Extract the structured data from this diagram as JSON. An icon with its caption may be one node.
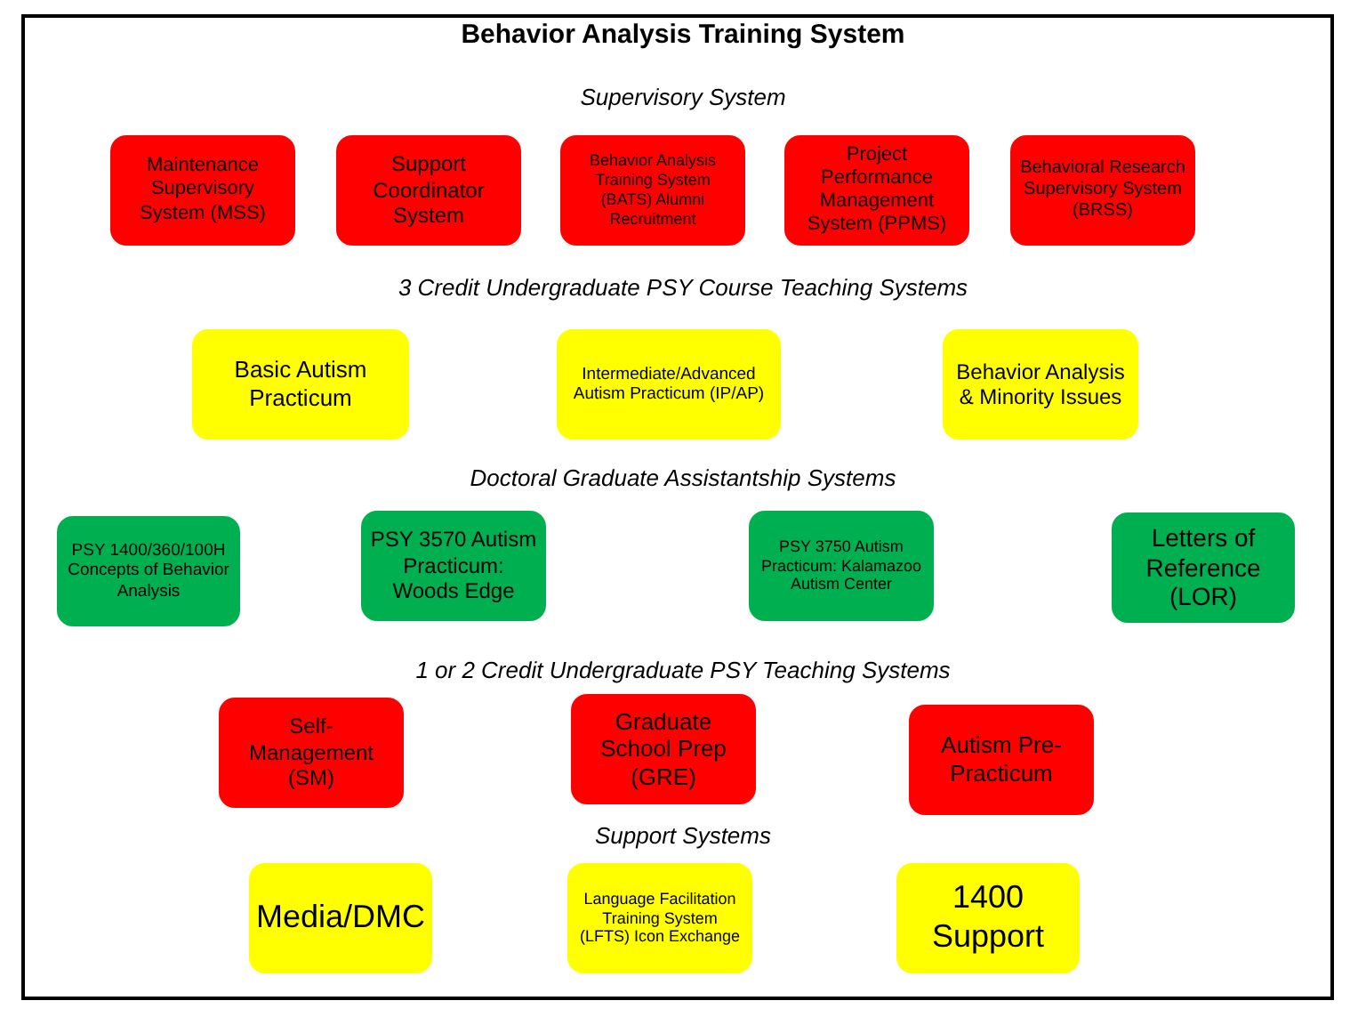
{
  "diagram": {
    "title": "Behavior Analysis Training System",
    "nodes": [
      {
        "text": [
          "Maintenance Supervisory System (MSS)"
        ]
      },
      {
        "text": [
          "Support Coordinator System"
        ]
      },
      {
        "text": [
          "Behavior Analysis Training System (BATS) Alumni Recruitment"
        ]
      },
      {
        "text": [
          "Project Performance Management System (PPMS)"
        ]
      },
      {
        "text": [
          "Behavioral Research Supervisory System (BRSS)"
        ]
      },
      {
        "text": [
          "Basic Autism Practicum"
        ]
      },
      {
        "text": [
          "Intermediate/Advanced Autism Practicum (IP/AP)"
        ]
      },
      {
        "text": [
          "Behavior Analysis & Minority Issues"
        ]
      },
      {
        "text": [
          "PSY 1400/360/100H Concepts of Behavior Analysis"
        ]
      },
      {
        "text": [
          "PSY 3570 Autism Practicum: Woods Edge"
        ]
      },
      {
        "text": [
          "PSY 3750 Autism Practicum: Kalamazoo Autism Center"
        ]
      },
      {
        "text": [
          "Letters of Reference (LOR)"
        ]
      },
      {
        "text": [
          "Self-Management (SM)"
        ]
      },
      {
        "text": [
          "Graduate School Prep (GRE)"
        ]
      },
      {
        "text": [
          "Autism Pre-Practicum"
        ]
      },
      {
        "text": [
          "Media/DMC"
        ]
      },
      {
        "text": [
          "Language Facilitation Training System (LFTS) Icon Exchange"
        ]
      },
      {
        "text": [
          "1400 Support"
        ]
      }
    ],
    "labels": [
      "Supervisory System",
      "3 Credit Undergraduate PSY Course Teaching Systems",
      "Doctoral Graduate Assistantship Systems",
      "1 or 2 Credit Undergraduate PSY Teaching Systems",
      "Support Systems"
    ]
  }
}
